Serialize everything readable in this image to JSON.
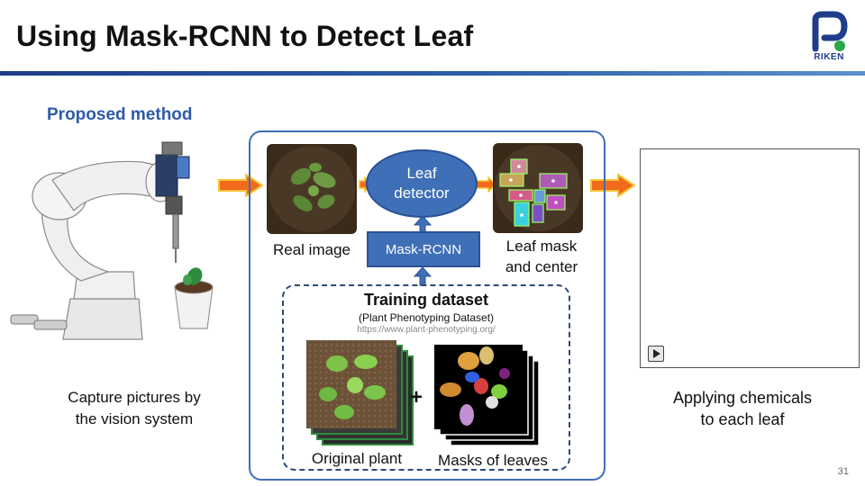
{
  "slide": {
    "title": "Using Mask-RCNN to Detect Leaf",
    "logo_text": "RIKEN",
    "section_heading": "Proposed method",
    "page_number": "31"
  },
  "left": {
    "caption_line1": "Capture pictures by",
    "caption_line2": "the vision system"
  },
  "pipeline": {
    "real_image_label": "Real image",
    "detector_line1": "Leaf",
    "detector_line2": "detector",
    "model_label": "Mask-RCNN",
    "output_line1": "Leaf mask",
    "output_line2": "and center"
  },
  "dataset": {
    "title": "Training dataset",
    "subtitle": "(Plant Phenotyping Dataset)",
    "url": "https://www.plant-phenotyping.org/",
    "plus": "+",
    "left_label": "Original plant",
    "right_label": "Masks of leaves"
  },
  "right": {
    "caption_line1": "Applying chemicals",
    "caption_line2": "to each leaf"
  },
  "colors": {
    "accent": "#2e5aa8",
    "box_fill": "#3f6fb6",
    "arrow_fill": "#f26b1d",
    "arrow_stroke": "#f7c531"
  }
}
